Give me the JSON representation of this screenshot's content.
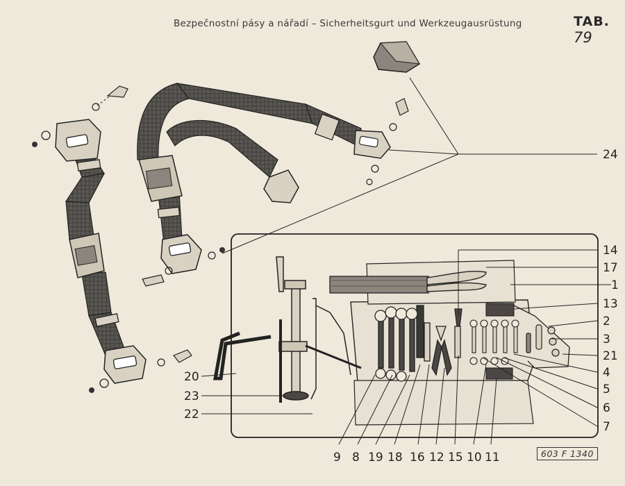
{
  "header": {
    "title": "Bezpečnostní pásy a nářadí – Sicherheitsgurt und Werkzeugausrüstung",
    "plate_prefix": "TAB.",
    "plate_number": "79"
  },
  "drawing_code": "603 F 1340",
  "colors": {
    "paper": "#efe9dc",
    "ink": "#2a2826",
    "belt": "#4a4744"
  },
  "callouts": {
    "c24": "24",
    "c14": "14",
    "c17": "17",
    "c1": "1",
    "c13": "13",
    "c2": "2",
    "c3": "3",
    "c21": "21",
    "c4": "4",
    "c5": "5",
    "c6": "6",
    "c7": "7",
    "c20": "20",
    "c23": "23",
    "c22": "22",
    "c9": "9",
    "c8": "8",
    "c19": "19",
    "c18": "18",
    "c16": "16",
    "c12": "12",
    "c15": "15",
    "c10": "10",
    "c11": "11"
  }
}
